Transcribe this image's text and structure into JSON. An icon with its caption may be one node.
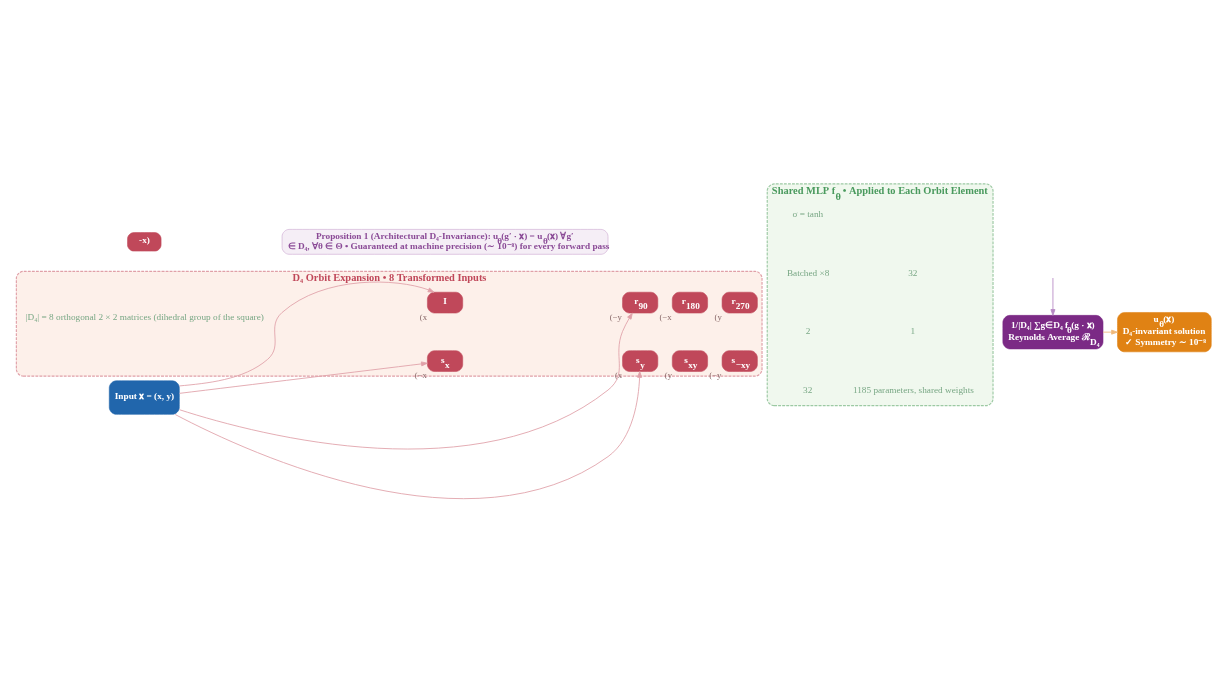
{
  "diagram": {
    "nodes": [
      {
        "text": [
          "D₄ Orbit Expansion • 8 Transformed Inputs"
        ]
      },
      {
        "text": [
          "Input 𝐱 = (x, y)"
        ]
      },
      {
        "text": [
          "I"
        ],
        "in": 0,
        "beside": [
          "(x"
        ]
      },
      {
        "text": [
          "r$_{90}$"
        ],
        "in": 0,
        "beside": [
          "(−y"
        ]
      },
      {
        "text": [
          "r$_{180}$"
        ],
        "in": 0,
        "beside": [
          "(−x"
        ]
      },
      {
        "text": [
          "r$_{270}$"
        ],
        "in": 0,
        "beside": [
          "(y"
        ]
      },
      {
        "text": [
          "s$_{x}$"
        ],
        "in": 0,
        "beside": [
          "(−x"
        ]
      },
      {
        "text": [
          "s$_{y}$"
        ],
        "in": 0,
        "beside": [
          "(x"
        ]
      },
      {
        "text": [
          "s$_{xy}$"
        ],
        "in": 0,
        "beside": [
          "(y"
        ]
      },
      {
        "text": [
          "s$_{−xy}$"
        ],
        "in": 0,
        "beside": [
          "(−y"
        ]
      },
      {
        "text": [
          "Shared MLP f$_{θ}$ • Applied to Each Orbit Element"
        ]
      },
      {
        "text": [
          "1/|D₄| ∑g∈D₄ f$_{θ}$(g · 𝐱)",
          "Reynolds Average ℛ$_{D₄}$"
        ]
      },
      {
        "text": [
          "u$_{θ}$(𝐱)",
          "D₄-invariant solution",
          "✓ Symmetry ∼ 10⁻⁸"
        ]
      },
      {
        "text": [
          "-x)"
        ]
      },
      {
        "text": [
          "Proposition 1 (Architectural D₄-Invariance): u$_{θ}$(g′ · 𝐱) = u$_{θ}$(𝐱) ∀g′ ∈ D₄, ∀θ ∈ Θ • Guaranteed at machine precision (∼ 10⁻⁸) for every forward pass"
        ]
      }
    ],
    "edges": [
      {
        "from": 1,
        "to": 2,
        "arrow": "to"
      },
      {
        "from": 1,
        "to": 3,
        "arrow": "to"
      },
      {
        "from": 1,
        "to": 6,
        "arrow": "to"
      },
      {
        "from": 1,
        "to": 7,
        "arrow": "to"
      },
      {
        "from": null,
        "to": 11,
        "arrow": "to",
        "color": "#b688c4"
      },
      {
        "from": 11,
        "to": 12,
        "arrow": "to",
        "color": "#f0b97a"
      }
    ],
    "labels": [
      "σ = tanh",
      "Batched ×8",
      "2",
      "32",
      "32",
      "1",
      "1185 parameters, shared weights",
      "|D₄| = 8 orthogonal 2 × 2 matrices (dihedral group of the square)"
    ]
  }
}
